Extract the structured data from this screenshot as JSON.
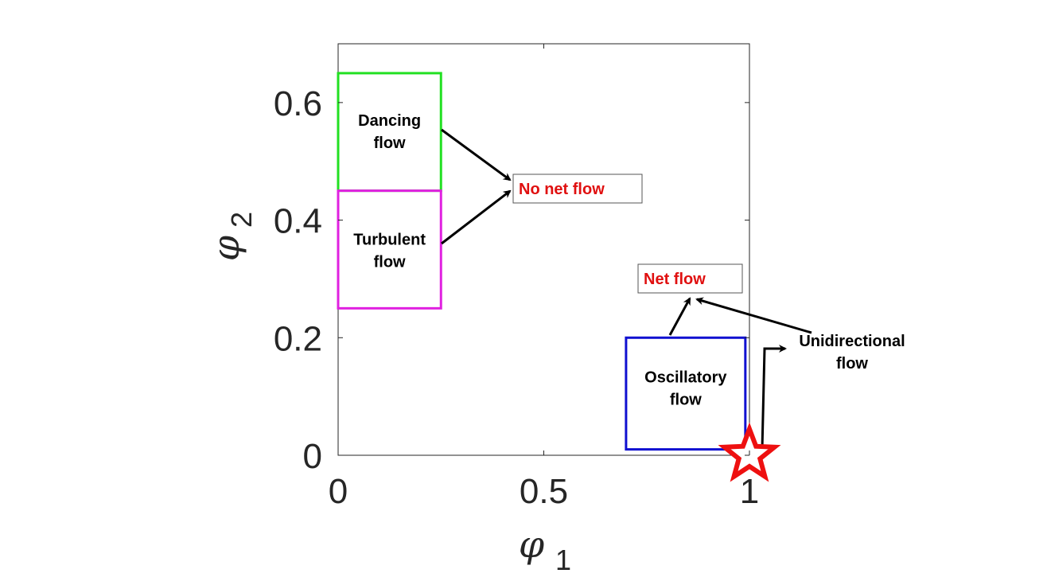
{
  "chart_data": {
    "type": "scatter",
    "xlabel": "φ",
    "xlabel_subscript": "1",
    "ylabel": "φ",
    "ylabel_subscript": "2",
    "xlim": [
      0,
      1
    ],
    "ylim": [
      0,
      0.7
    ],
    "xticks": [
      0,
      0.5,
      1
    ],
    "xtick_labels": [
      "0",
      "0.5",
      "1"
    ],
    "yticks": [
      0,
      0.2,
      0.4,
      0.6
    ],
    "ytick_labels": [
      "0",
      "0.2",
      "0.4",
      "0.6"
    ],
    "grid": false,
    "regions": [
      {
        "label_lines": [
          "Dancing",
          "flow"
        ],
        "x": [
          0,
          0.25
        ],
        "y": [
          0.45,
          0.65
        ],
        "color": "#22e022"
      },
      {
        "label_lines": [
          "Turbulent",
          "flow"
        ],
        "x": [
          0,
          0.25
        ],
        "y": [
          0.25,
          0.45
        ],
        "color": "#e020e0"
      },
      {
        "label_lines": [
          "Oscillatory",
          "flow"
        ],
        "x": [
          0.7,
          0.99
        ],
        "y": [
          0.01,
          0.2
        ],
        "color": "#1010d0"
      }
    ],
    "annotations": [
      {
        "text": "No net flow",
        "color": "#e01010",
        "boxed": true
      },
      {
        "text": "Net flow",
        "color": "#e01010",
        "boxed": true
      },
      {
        "text_lines": [
          "Unidirectional",
          "flow"
        ],
        "color": "#000000",
        "boxed": false
      }
    ],
    "points": [
      {
        "x": 1.0,
        "y": 0.0,
        "marker": "star",
        "color": "#ee1010"
      }
    ]
  }
}
